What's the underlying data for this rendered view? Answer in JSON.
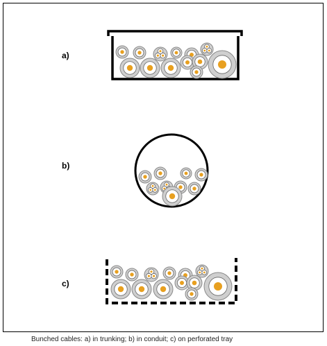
{
  "labels": {
    "a": "a)",
    "b": "b)",
    "c": "c)"
  },
  "caption": "Bunched cables: a) in trunking; b) in conduit; c) on perforated tray",
  "colors": {
    "sheath": "#cfcfcf",
    "sheath_stroke": "#8a8a8a",
    "conductor": "#e8a020",
    "outline": "#000000",
    "background": "#ffffff"
  }
}
